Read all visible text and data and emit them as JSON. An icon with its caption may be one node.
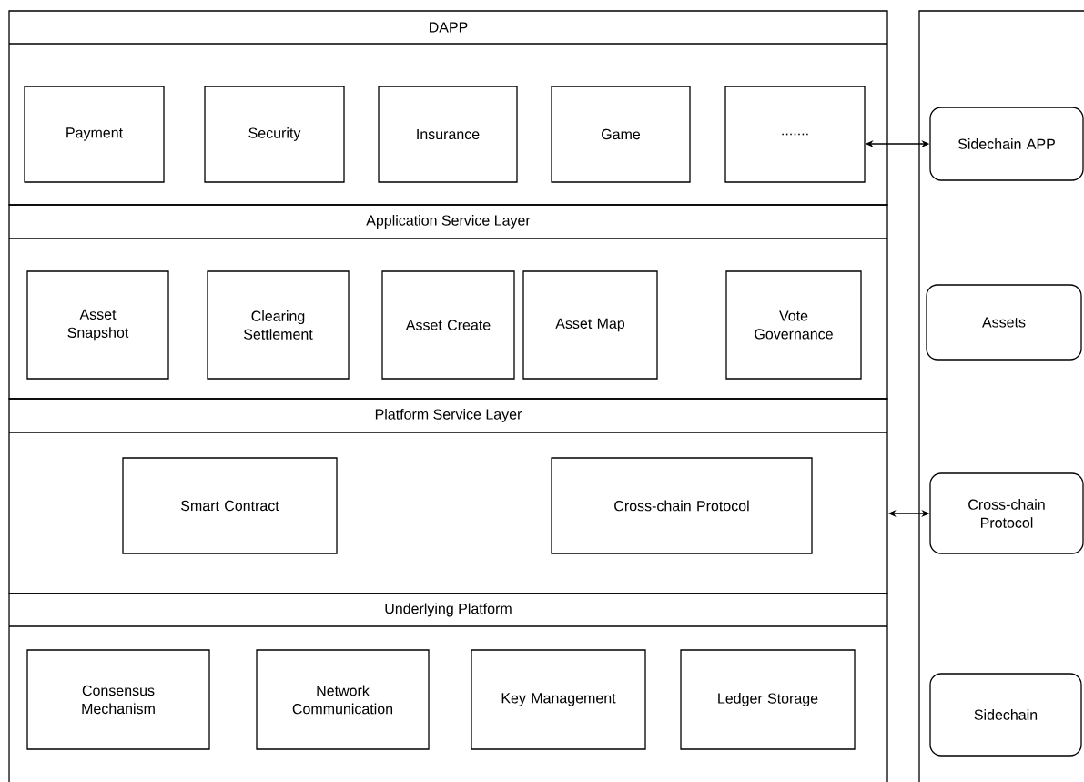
{
  "diagram": {
    "nodes": [
      {
        "text": [
          "DAPP"
        ]
      },
      {
        "text": [
          "Payment"
        ],
        "in": 0
      },
      {
        "text": [
          "Security"
        ],
        "in": 0
      },
      {
        "text": [
          "Insurance"
        ],
        "in": 0
      },
      {
        "text": [
          "Game"
        ],
        "in": 0
      },
      {
        "text": [
          "......."
        ],
        "in": 0
      },
      {
        "text": [
          "Application Service Layer"
        ]
      },
      {
        "text": [
          "Asset Snapshot"
        ],
        "in": 6
      },
      {
        "text": [
          "Clearing Settlement"
        ],
        "in": 6
      },
      {
        "text": [
          "Asset Create"
        ],
        "in": 6
      },
      {
        "text": [
          "Asset Map"
        ],
        "in": 6
      },
      {
        "text": [
          "Vote Governance"
        ],
        "in": 6
      },
      {
        "text": [
          "Platform Service Layer"
        ]
      },
      {
        "text": [
          "Smart Contract"
        ],
        "in": 12
      },
      {
        "text": [
          "Cross-chain Protocol"
        ],
        "in": 12
      },
      {
        "text": [
          "Underlying Platform"
        ]
      },
      {
        "text": [
          "Consensus Mechanism"
        ],
        "in": 15
      },
      {
        "text": [
          "Network Communication"
        ],
        "in": 15
      },
      {
        "text": [
          "Key Management"
        ],
        "in": 15
      },
      {
        "text": [
          "Ledger Storage"
        ],
        "in": 15
      },
      {
        "text": [],
        "shape": "box"
      },
      {
        "text": [
          "Sidechain APP"
        ],
        "in": 20
      },
      {
        "text": [
          "Assets"
        ],
        "in": 20
      },
      {
        "text": [
          "Cross-chain Protocol"
        ],
        "in": 20
      },
      {
        "text": [
          "Sidechain"
        ],
        "in": 20
      }
    ],
    "edges": [
      {
        "from": 5,
        "to": 21,
        "arrow": "both"
      },
      {
        "from": 23,
        "to": 12,
        "arrow": "both"
      }
    ]
  }
}
